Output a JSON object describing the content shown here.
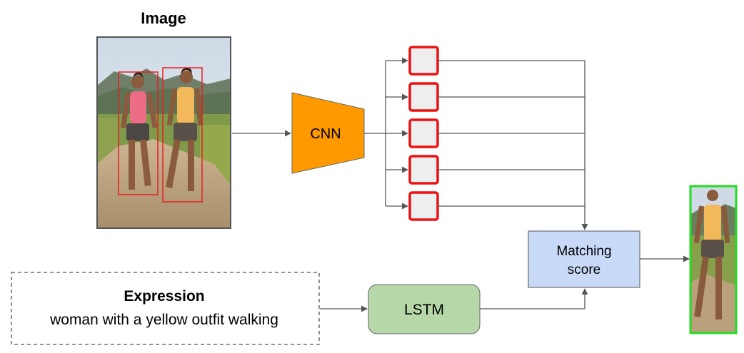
{
  "image_section": {
    "title": "Image"
  },
  "cnn": {
    "label": "CNN"
  },
  "region_features": {
    "count": 5,
    "box_color": "#ee1111",
    "fill_color": "#eeeeee"
  },
  "matching": {
    "line1": "Matching",
    "line2": "score",
    "fill_color": "#c9daf8",
    "border_color": "#555555"
  },
  "lstm": {
    "label": "LSTM",
    "fill_color": "#b6d7a8"
  },
  "expression": {
    "title": "Expression",
    "text": "woman with a yellow outfit walking"
  },
  "colors": {
    "cnn_fill": "#ff9900",
    "detection_box": "#e62020",
    "result_border": "#22dd22",
    "arrow": "#555555"
  },
  "photo": {
    "people": [
      {
        "name": "woman-left",
        "outfit": "pink top"
      },
      {
        "name": "woman-right",
        "outfit": "yellow top"
      }
    ]
  }
}
